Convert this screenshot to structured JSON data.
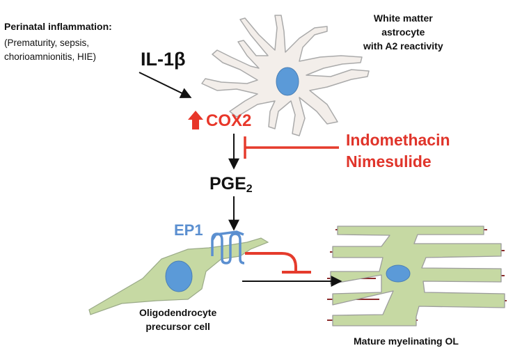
{
  "inflammation": {
    "title": "Perinatal inflammation:",
    "line1": "(Prematurity, sepsis,",
    "line2": "chorioamnionitis, HIE)"
  },
  "il1b": "IL-1β",
  "astrocyte": {
    "line1": "White matter",
    "line2": "astrocyte",
    "line3": "with A2 reactivity"
  },
  "cox2": "COX2",
  "drugs": [
    "Indomethacin",
    "Nimesulide"
  ],
  "pge": {
    "base": "PGE",
    "sub": "2"
  },
  "ep1": "EP1",
  "opc": {
    "line1": "Oligodendrocyte",
    "line2": "precursor cell"
  },
  "mature": "Mature myelinating OL",
  "colors": {
    "cell_fill": "#f3eeea",
    "cell_stroke": "#aaaaaa",
    "nucleus": "#5b9ad8",
    "opc_fill": "#c6d9a3",
    "ol_stroke": "#9c9c9c",
    "myelin": "#8b2b2b",
    "inhibit": "#e53b2c",
    "receptor": "#5b8fd0"
  }
}
